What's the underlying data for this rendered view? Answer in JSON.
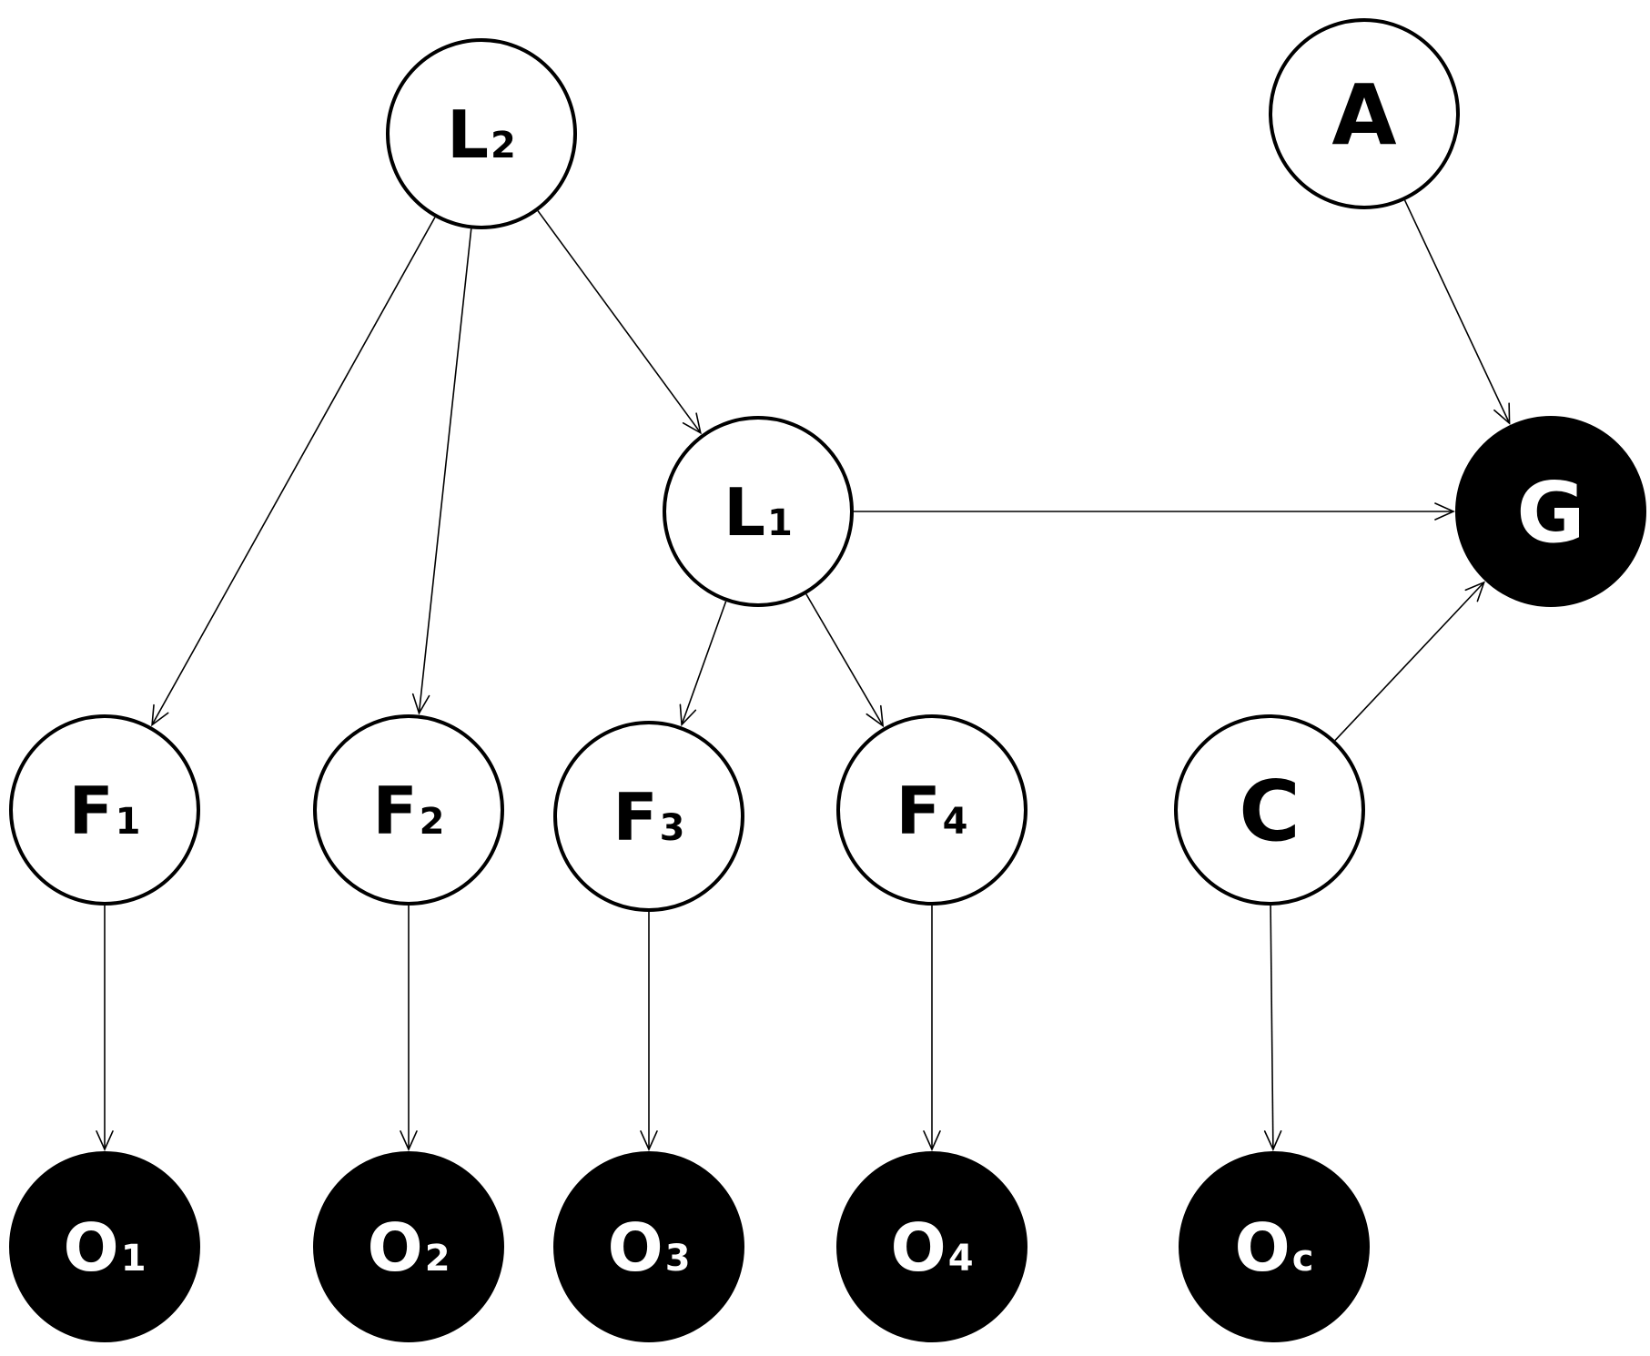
{
  "colors": {
    "latent_fill": "#ffffff",
    "latent_text": "#000000",
    "observed_fill": "#000000",
    "observed_text": "#ffffff",
    "edge": "#000000"
  },
  "nodes": [
    {
      "id": "L2",
      "main": "L",
      "sub": "2",
      "observed": false
    },
    {
      "id": "A",
      "main": "A",
      "sub": "",
      "observed": false
    },
    {
      "id": "L1",
      "main": "L",
      "sub": "1",
      "observed": false
    },
    {
      "id": "G",
      "main": "G",
      "sub": "",
      "observed": true
    },
    {
      "id": "F1",
      "main": "F",
      "sub": "1",
      "observed": false
    },
    {
      "id": "F2",
      "main": "F",
      "sub": "2",
      "observed": false
    },
    {
      "id": "F3",
      "main": "F",
      "sub": "3",
      "observed": false
    },
    {
      "id": "F4",
      "main": "F",
      "sub": "4",
      "observed": false
    },
    {
      "id": "C",
      "main": "C",
      "sub": "",
      "observed": false
    },
    {
      "id": "O1",
      "main": "O",
      "sub": "1",
      "observed": true
    },
    {
      "id": "O2",
      "main": "O",
      "sub": "2",
      "observed": true
    },
    {
      "id": "O3",
      "main": "O",
      "sub": "3",
      "observed": true
    },
    {
      "id": "O4",
      "main": "O",
      "sub": "4",
      "observed": true
    },
    {
      "id": "Oc",
      "main": "O",
      "sub": "c",
      "observed": true
    }
  ],
  "edges": [
    {
      "from": "L2",
      "to": "F1"
    },
    {
      "from": "L2",
      "to": "F2"
    },
    {
      "from": "L2",
      "to": "L1"
    },
    {
      "from": "A",
      "to": "G"
    },
    {
      "from": "L1",
      "to": "G"
    },
    {
      "from": "L1",
      "to": "F3"
    },
    {
      "from": "L1",
      "to": "F4"
    },
    {
      "from": "C",
      "to": "G"
    },
    {
      "from": "F1",
      "to": "O1"
    },
    {
      "from": "F2",
      "to": "O2"
    },
    {
      "from": "F3",
      "to": "O3"
    },
    {
      "from": "F4",
      "to": "O4"
    },
    {
      "from": "C",
      "to": "Oc"
    }
  ]
}
